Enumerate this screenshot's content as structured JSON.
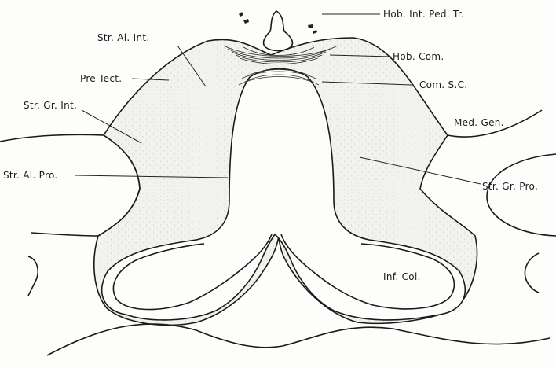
{
  "labels": {
    "hob_int_ped_tr": "Hob. Int. Ped. Tr.",
    "str_al_int": "Str. Al. Int.",
    "hob_com": "Hob. Com.",
    "pre_tect": "Pre Tect.",
    "com_sc": "Com. S.C.",
    "str_gr_int": "Str. Gr. Int.",
    "med_gen": "Med. Gen.",
    "str_al_pro": "Str. Al. Pro.",
    "str_gr_pro": "Str. Gr. Pro.",
    "inf_col": "Inf. Col."
  },
  "colors": {
    "line": "#1a1a1a",
    "stipple_bg": "#f2f2ef",
    "stipple_dot": "#b9b9b4",
    "paper": "#fdfdfc"
  }
}
